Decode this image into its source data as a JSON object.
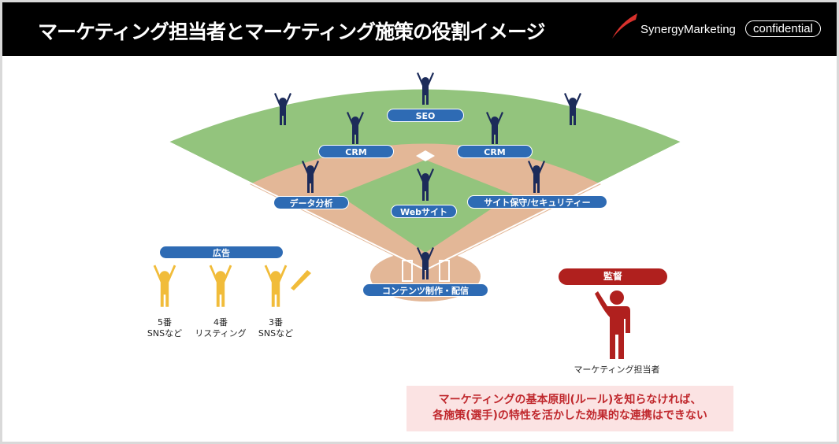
{
  "header": {
    "title": "マーケティング担当者とマーケティング施策の役割イメージ",
    "brand": "SynergyMarketing",
    "badge": "confidential"
  },
  "field": {
    "labels": {
      "seo": "SEO",
      "crm_left": "CRM",
      "crm_right": "CRM",
      "data": "データ分析",
      "web": "Webサイト",
      "site": "サイト保守/セキュリティー",
      "content": "コンテンツ制作・配信"
    }
  },
  "ads": {
    "label": "広告",
    "players": [
      {
        "line1": "5番",
        "line2": "SNSなど"
      },
      {
        "line1": "4番",
        "line2": "リスティング"
      },
      {
        "line1": "3番",
        "line2": "SNSなど"
      }
    ]
  },
  "manager": {
    "label": "監督",
    "caption": "マーケティング担当者"
  },
  "note": {
    "line1": "マーケティングの基本原則(ルール)を知らなければ、",
    "line2": "各施策(選手)の特性を活かした効果的な連携はできない"
  },
  "colors": {
    "navy": "#1c2b5a",
    "blue": "#2e6bb4",
    "grass": "#93c47d",
    "dirt": "#e3b797",
    "yellow": "#f1bc3a",
    "red": "#b0201e"
  }
}
